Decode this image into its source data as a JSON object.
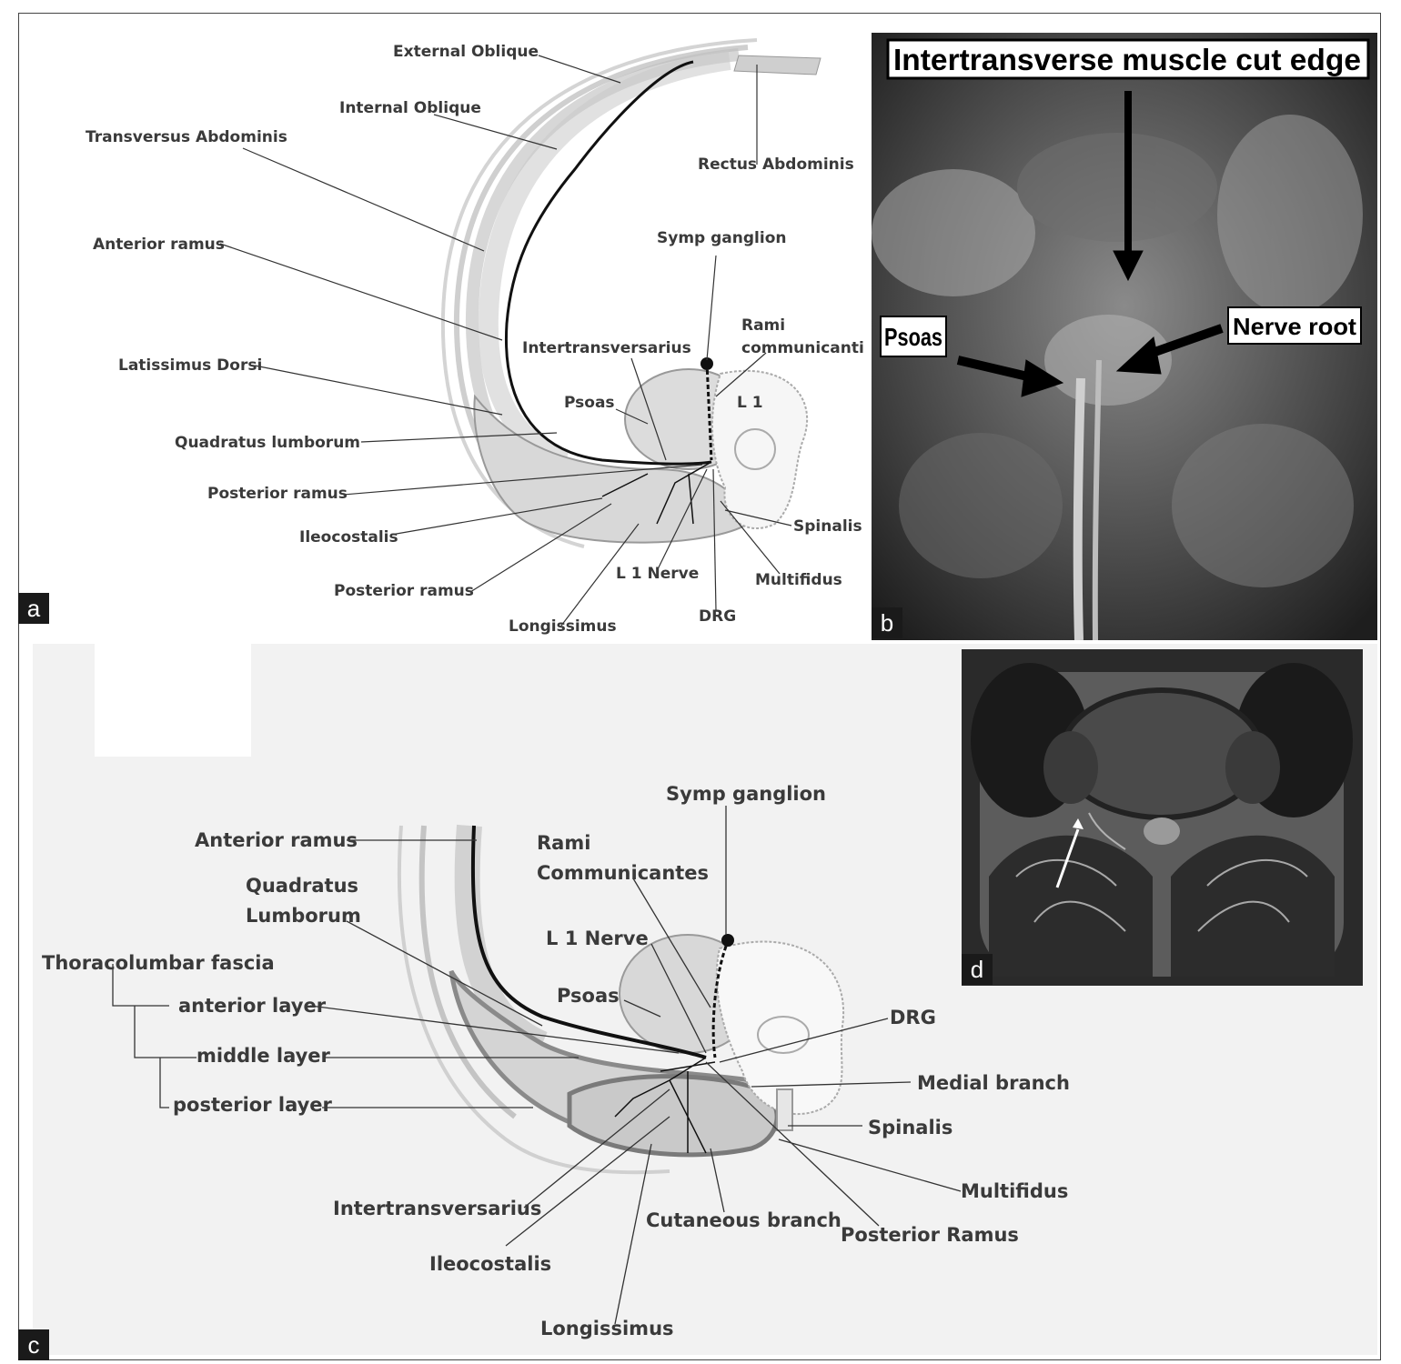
{
  "panel_a": {
    "badge": "a",
    "labels": {
      "external_oblique": "External Oblique",
      "internal_oblique": "Internal Oblique",
      "transversus_abdominis": "Transversus Abdominis",
      "rectus_abdominis": "Rectus Abdominis",
      "anterior_ramus": "Anterior ramus",
      "symp_ganglion": "Symp ganglion",
      "rami_communicanti_1": "Rami",
      "rami_communicanti_2": "communicanti",
      "intertransversarius": "Intertransversarius",
      "latissimus_dorsi": "Latissimus Dorsi",
      "psoas": "Psoas",
      "l1": "L 1",
      "quadratus_lumborum": "Quadratus lumborum",
      "posterior_ramus_1": "Posterior ramus",
      "ileocostalis": "Ileocostalis",
      "spinalis": "Spinalis",
      "posterior_ramus_2": "Posterior ramus",
      "l1_nerve": "L 1 Nerve",
      "multifidus": "Multifidus",
      "drg": "DRG",
      "longissimus": "Longissimus"
    }
  },
  "panel_b": {
    "badge": "b",
    "labels": {
      "intertransverse": "Intertransverse muscle cut edge",
      "psoas": "Psoas",
      "nerve_root": "Nerve root"
    }
  },
  "panel_c": {
    "badge": "c",
    "labels": {
      "symp_ganglion": "Symp ganglion",
      "anterior_ramus": "Anterior ramus",
      "rami_1": "Rami",
      "rami_2": "Communicantes",
      "quadratus_1": "Quadratus",
      "quadratus_2": "Lumborum",
      "l1_nerve": "L 1 Nerve",
      "thoracolumbar_fascia": "Thoracolumbar fascia",
      "psoas": "Psoas",
      "anterior_layer": "anterior layer",
      "drg": "DRG",
      "middle_layer": "middle layer",
      "medial_branch": "Medial branch",
      "posterior_layer": "posterior layer",
      "spinalis": "Spinalis",
      "multifidus": "Multifidus",
      "intertransversarius": "Intertransversarius",
      "cutaneous_branch": "Cutaneous branch",
      "posterior_ramus": "Posterior Ramus",
      "ileocostalis": "Ileocostalis",
      "longissimus": "Longissimus"
    }
  },
  "panel_d": {
    "badge": "d"
  }
}
